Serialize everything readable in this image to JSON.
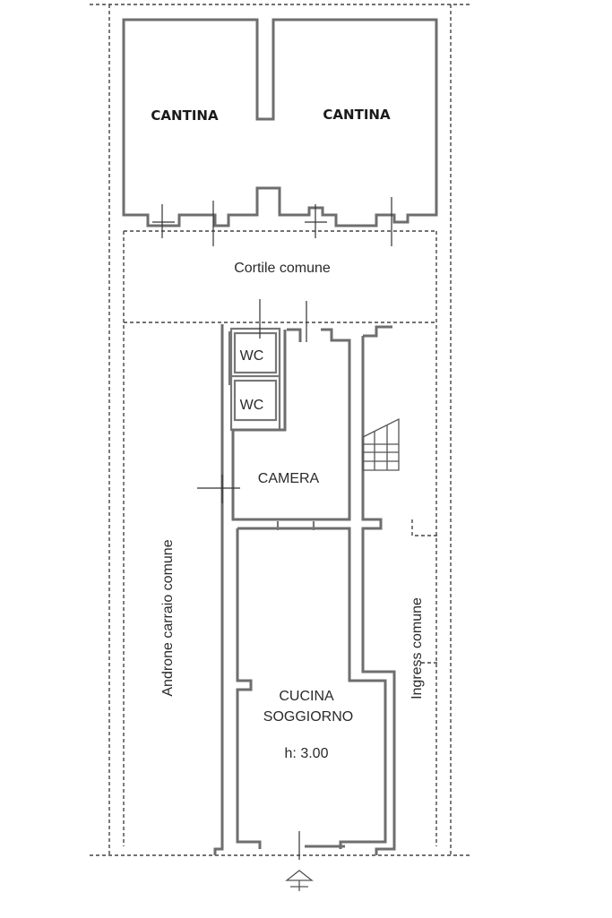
{
  "plan": {
    "rooms": {
      "cantina_left": "CANTINA",
      "cantina_right": "CANTINA",
      "courtyard": "Cortile comune",
      "wc_upper": "WC",
      "wc_lower": "WC",
      "bedroom": "CAMERA",
      "kitchen_line1": "CUCINA",
      "kitchen_line2": "SOGGIORNO",
      "kitchen_height": "h: 3.00"
    },
    "corridors": {
      "driveway": "Androne carraio comune",
      "entrance": "Ingress comune"
    }
  }
}
